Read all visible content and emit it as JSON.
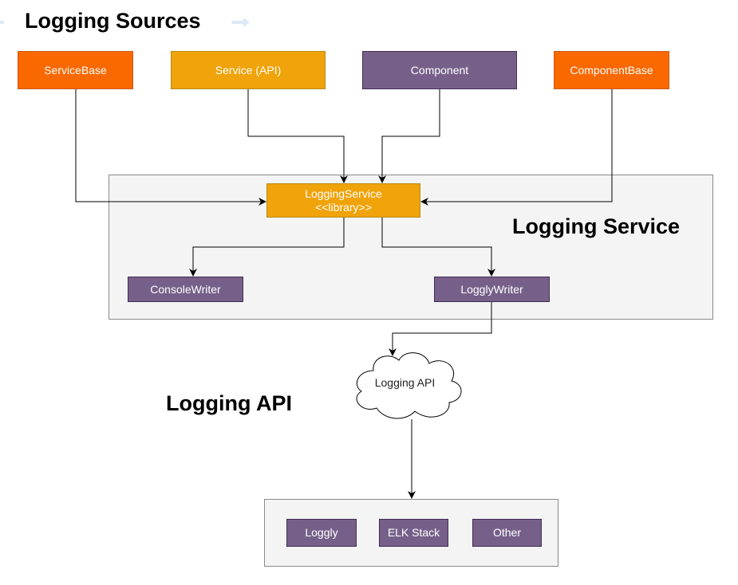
{
  "headings": {
    "sources": "Logging Sources",
    "service": "Logging Service",
    "api": "Logging API"
  },
  "sources": {
    "service_base": "ServiceBase",
    "service_api": "Service (API)",
    "component": "Component",
    "component_base": "ComponentBase"
  },
  "logging_service": {
    "name": "LoggingService",
    "stereotype": "<<library>>"
  },
  "writers": {
    "console": "ConsoleWriter",
    "loggly": "LogglyWriter"
  },
  "cloud": {
    "label": "Logging API"
  },
  "providers": {
    "loggly": "Loggly",
    "elk": "ELK Stack",
    "other": "Other"
  },
  "colors": {
    "orange": "#fa6800",
    "amber": "#f0a30a",
    "purple": "#76608a",
    "container_fill": "#f4f4f4",
    "container_border": "#8a8a8a"
  },
  "icons": {
    "arrow": "arrow-right-icon"
  }
}
